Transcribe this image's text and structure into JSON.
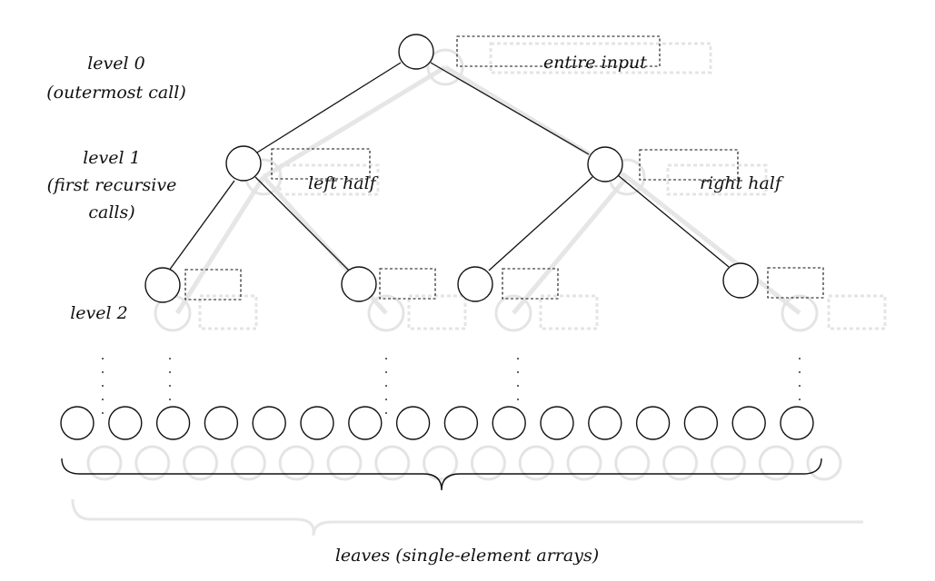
{
  "levels": [
    {
      "line1": "level 0",
      "line2": "(outermost call)",
      "line3": ""
    },
    {
      "line1": "level 1",
      "line2": "(first recursive",
      "line3": "calls)"
    },
    {
      "line1": "level 2",
      "line2": "",
      "line3": ""
    }
  ],
  "subproblem_labels": {
    "root": "entire input",
    "left": "left half",
    "right": "right half"
  },
  "leaves_caption": "leaves (single-element arrays)",
  "leaf_count": 16
}
